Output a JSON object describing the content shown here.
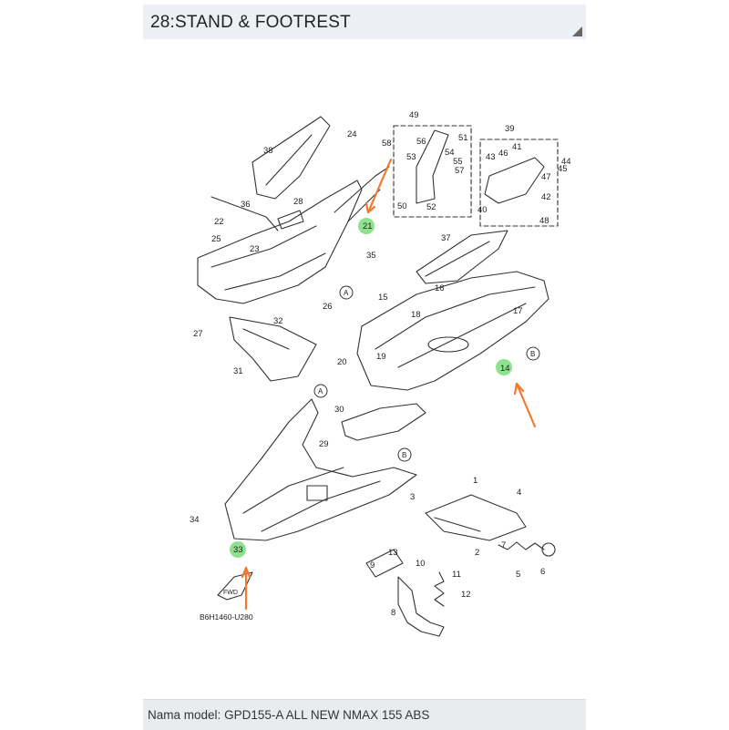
{
  "header": {
    "title": "28:STAND & FOOTREST"
  },
  "footer": {
    "label": "Nama model",
    "separator": ":",
    "model": "GPD155-A ALL NEW NMAX 155 ABS"
  },
  "diagram": {
    "code": "B6H1460-U280",
    "fwd_label": "FWD",
    "highlighted_parts": [
      "21",
      "14",
      "33"
    ],
    "highlight_color": "#8ee28e",
    "arrow_color": "#f07a30",
    "ref_letters": [
      "A",
      "B"
    ],
    "labels": [
      "1",
      "2",
      "3",
      "4",
      "5",
      "6",
      "7",
      "8",
      "9",
      "10",
      "11",
      "12",
      "13",
      "14",
      "15",
      "16",
      "17",
      "18",
      "19",
      "20",
      "21",
      "22",
      "23",
      "24",
      "25",
      "26",
      "27",
      "28",
      "29",
      "30",
      "31",
      "32",
      "33",
      "34",
      "35",
      "36",
      "37",
      "38",
      "39",
      "40",
      "41",
      "42",
      "43",
      "44",
      "45",
      "46",
      "47",
      "48",
      "49",
      "50",
      "51",
      "52",
      "53",
      "54",
      "55",
      "56",
      "57",
      "58"
    ]
  }
}
